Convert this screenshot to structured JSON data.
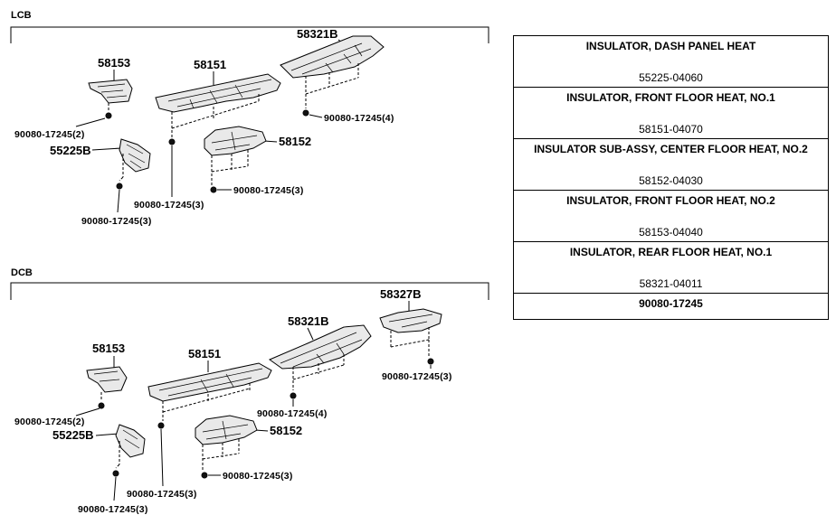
{
  "sections": {
    "lcb": {
      "label": "LCB",
      "parts": {
        "p58153": "58153",
        "p58151": "58151",
        "p58321b": "58321B",
        "p58152": "58152",
        "p55225b": "55225B"
      },
      "fasteners": {
        "f58153": "90080-17245(2)",
        "f58321b": "90080-17245(4)",
        "f58152": "90080-17245(3)",
        "f58151": "90080-17245(3)",
        "f55225b": "90080-17245(3)"
      }
    },
    "dcb": {
      "label": "DCB",
      "parts": {
        "p58327b": "58327B",
        "p58321b": "58321B",
        "p58153": "58153",
        "p58151": "58151",
        "p58152": "58152",
        "p55225b": "55225B"
      },
      "fasteners": {
        "f58327b": "90080-17245(3)",
        "f58321b": "90080-17245(4)",
        "f58153": "90080-17245(2)",
        "f58152": "90080-17245(3)",
        "f58151": "90080-17245(3)",
        "f55225b": "90080-17245(3)"
      }
    }
  },
  "parts_table": [
    {
      "name": "INSULATOR, DASH PANEL HEAT",
      "number": "55225-04060"
    },
    {
      "name": "INSULATOR, FRONT FLOOR HEAT, NO.1",
      "number": "58151-04070"
    },
    {
      "name": "INSULATOR SUB-ASSY, CENTER FLOOR HEAT, NO.2",
      "number": "58152-04030"
    },
    {
      "name": "INSULATOR, FRONT FLOOR HEAT, NO.2",
      "number": "58153-04040"
    },
    {
      "name": "INSULATOR, REAR FLOOR HEAT, NO.1",
      "number": "58321-04011"
    },
    {
      "name": "90080-17245",
      "number": ""
    }
  ]
}
